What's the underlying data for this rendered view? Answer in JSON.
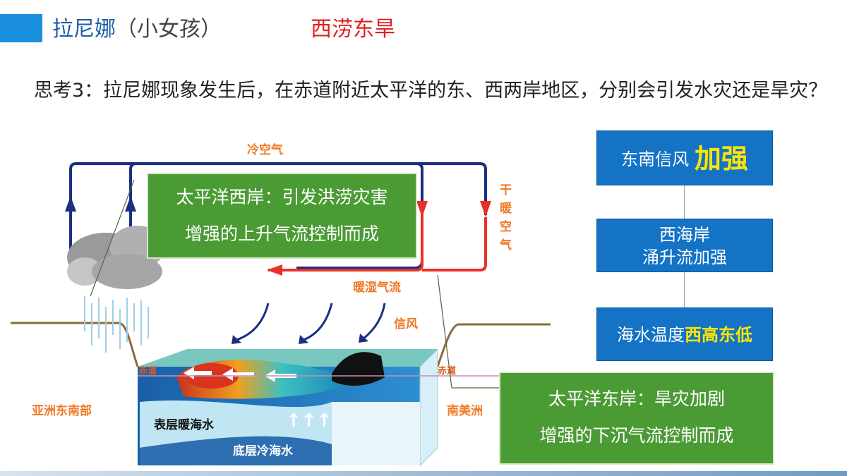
{
  "header": {
    "title": "拉尼娜",
    "title_paren": "（小女孩）",
    "subtitle": "西涝东旱"
  },
  "question": "思考3：拉尼娜现象发生后，在赤道附近太平洋的东、西两岸地区，分别会引发水灾还是旱灾？",
  "diagram": {
    "cold_air": "冷空气",
    "dry_warm_air": [
      "干",
      "暖",
      "空",
      "气"
    ],
    "warm_moist_air": "暖湿气流",
    "trade_wind": "信风",
    "equator_left": "赤道",
    "equator_right": "赤道",
    "asia": "亚洲东南部",
    "south_america": "南美洲",
    "surface_water": "表层暖海水",
    "bottom_water": "底层冷海水",
    "upwelling_arrows": "↑↑↑"
  },
  "callouts": {
    "west_line1": "太平洋西岸：引发洪涝灾害",
    "west_line2": "增强的上升气流控制而成",
    "east_line1": "太平洋东岸：旱灾加剧",
    "east_line2": "增强的下沉气流控制而成"
  },
  "flow": {
    "step1_text": "东南信风",
    "step1_highlight": "加强",
    "step2_line1": "西海岸",
    "step2_line2": "涌升流加强",
    "step3_text": "海水温度",
    "step3_highlight": "西高东低"
  },
  "colors": {
    "accent_blue": "#1a8fe0",
    "title_blue": "#1f5fa8",
    "red": "#e02020",
    "flow_blue": "#1473c5",
    "callout_green": "#4a9b34",
    "highlight_yellow": "#ffe600"
  }
}
